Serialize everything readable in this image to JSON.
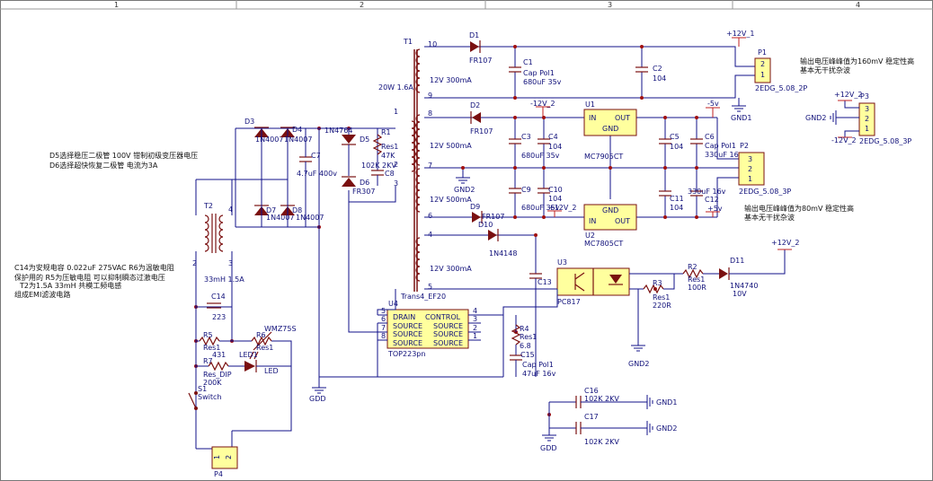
{
  "ruler": {
    "cols": [
      "1",
      "2",
      "3",
      "4"
    ]
  },
  "notes": {
    "note_d5_1": "D5选择稳压二极管 100V 钳制初级变压器电压",
    "note_d5_2": "D6选择超快恢复二极管 电流为3A",
    "note_c14_1": "C14为安规电容 0.022uF 275VAC R6为温敏电阻",
    "note_c14_2": "保护用的     R5为压敏电阻 可以抑制瞬态过激电压",
    "note_c14_3": "T2为1.5A 33mH 共模工频电感",
    "note_c14_4": "组成EMI滤波电路",
    "note_p1_1": "输出电压峰峰值为160mV 稳定性高",
    "note_p1_2": "基本无干扰杂波",
    "note_p2_1": "输出电压峰峰值为80mV 稳定性高",
    "note_p2_2": "基本无干扰杂波"
  },
  "labels": {
    "t1": "T1",
    "t1_power": "20W 1.6A",
    "t1_w1": "12V  300mA",
    "t1_w2": "12V  500mA",
    "t1_w3": "12V  500mA",
    "t1_w4": "12V  300mA",
    "t1_type": "Trans4_EF20",
    "p10": "10",
    "p9": "9",
    "p8": "8",
    "p7": "7",
    "p6": "6",
    "p4": "4",
    "p5": "5",
    "p1": "1",
    "p2": "2",
    "p3": "3",
    "d1": "D1",
    "d1v": "FR107",
    "d2": "D2",
    "d2v": "FR107",
    "d9": "D9",
    "d9v": "FR107",
    "d10": "D10",
    "d10v": "1N4148",
    "c1": "C1",
    "c1v1": "Cap Pol1",
    "c1v2": "680uF 35v",
    "c2": "C2",
    "c2v": "104",
    "c3": "C3",
    "c3v": "680uF 35v",
    "c4": "C4",
    "c4v": "104",
    "c9": "C9",
    "c9v": "680uF 35v",
    "c10": "C10",
    "c10v": "104",
    "u1": "U1",
    "u1v": "MC7905CT",
    "u1in": "IN",
    "u1out": "OUT",
    "u1gnd": "GND",
    "u2": "U2",
    "u2v": "MC7805CT",
    "u2in": "IN",
    "u2out": "OUT",
    "u2gnd": "GND",
    "c5": "C5",
    "c5v": "104",
    "c6": "C6",
    "c6v1": "Cap Pol1",
    "c6v2": "330uF 16v",
    "c11": "C11",
    "c11v": "104",
    "c12": "C12",
    "c12v": "330uF 16v",
    "p1n": "P1",
    "p1t": "2EDG_5.08_2P",
    "p2n": "P2",
    "p2t": "2EDG_5.08_3P",
    "p3n": "P3",
    "p3t": "2EDG_5.08_3P",
    "gnd1": "GND1",
    "gnd2": "GND2",
    "gdd": "GDD",
    "v12_1": "+12V_1",
    "v12_2": "+12V_2",
    "v5": "+5v",
    "m12_2": "-12V_2",
    "m5": "-5v",
    "d3": "D3",
    "d3v": "1N4007",
    "d4": "D4",
    "d4v": "1N4007",
    "d7": "D7",
    "d7v": "1N4007",
    "d8": "D8",
    "d8v": "1N4007",
    "c7": "C7",
    "c7v": "4.7uF 400v",
    "d5": "D5",
    "d5v": "1N4764",
    "d6": "D6",
    "d6v": "FR307",
    "r1": "R1",
    "r1v": "Res1",
    "r1v2": "47K",
    "c8": "C8",
    "c8v": "102K 2KV",
    "t2": "T2",
    "t2v": "33mH 1.5A",
    "c14": "C14",
    "c14v": "223",
    "r5": "R5",
    "r5v": "Res1",
    "r5v2": "431",
    "r6": "R6",
    "r6v": "Res1",
    "wm": "WMZ75S",
    "r7": "R7",
    "r7v": "Res_DIP",
    "r7v2": "200K",
    "led1": "LED1",
    "led": "LED",
    "s1": "S1",
    "s1v": "Switch",
    "p4n": "P4",
    "u4": "U4",
    "u4v": "TOP223pn",
    "u4drain": "DRAIN",
    "u4control": "CONTROL",
    "u4src": "SOURCE",
    "r4": "R4",
    "r4v": "Res1",
    "r4v2": "6.8",
    "c15": "C15",
    "c15v1": "Cap Pol1",
    "c15v2": "47uF 16v",
    "c13": "C13",
    "u3": "U3",
    "u3v": "PC817",
    "r3": "R3",
    "r3v": "Res1",
    "r3v2": "220R",
    "r2": "R2",
    "r2v": "Res1",
    "r2v2": "100R",
    "d11": "D11",
    "d11v": "1N4740",
    "d11v2": "10V",
    "c16": "C16",
    "c16v": "102K 2KV",
    "c17": "C17",
    "c17v": "102K 2KV"
  }
}
